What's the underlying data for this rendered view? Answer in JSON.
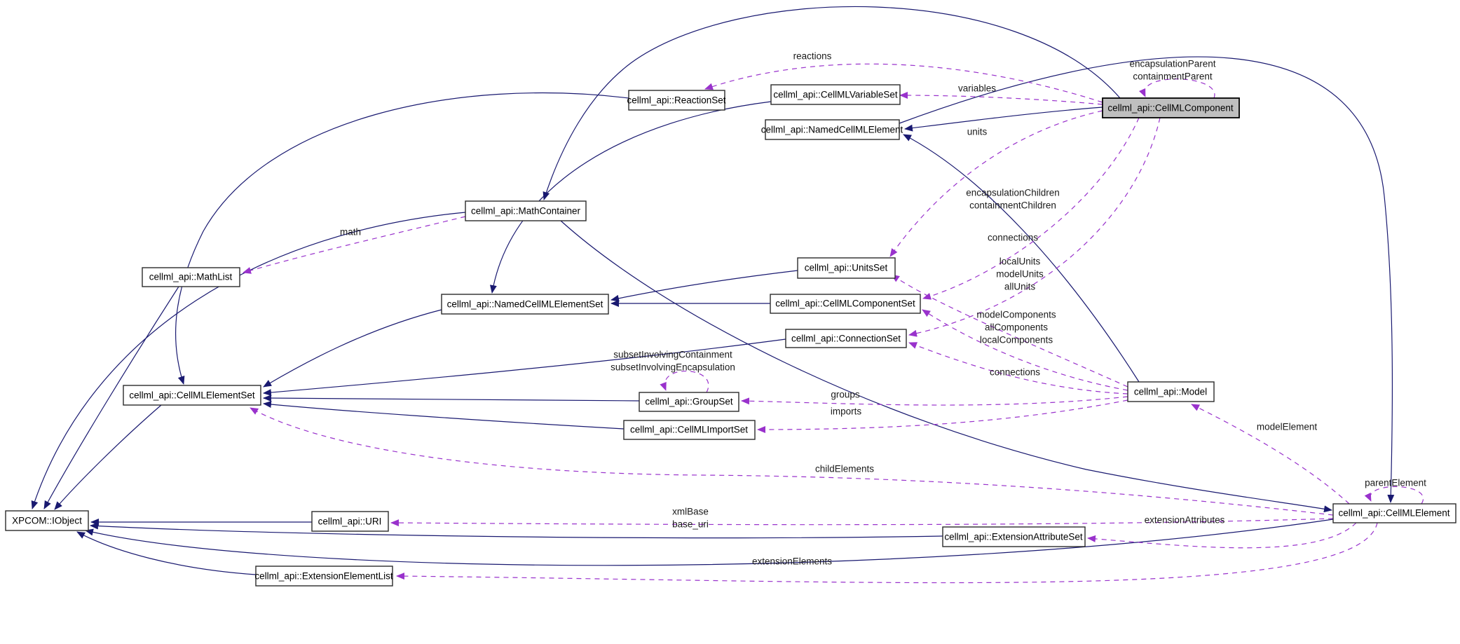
{
  "diagram": {
    "type": "uml-collaboration-graph",
    "highlighted_node": "cellml_api::CellMLComponent",
    "colors": {
      "background": "#ffffff",
      "inheritance_edge": "#191970",
      "usage_edge": "#9932CC",
      "node_fill": "#ffffff",
      "node_border": "#2b2b2b",
      "highlight_fill": "#bfbfbf",
      "label_text": "#1a1a1a"
    },
    "nodes": {
      "reaction_set": "cellml_api::ReactionSet",
      "variable_set": "cellml_api::CellMLVariableSet",
      "named_element": "cellml_api::NamedCellMLElement",
      "component": "cellml_api::CellMLComponent",
      "math_container": "cellml_api::MathContainer",
      "math_list": "cellml_api::MathList",
      "named_element_set": "cellml_api::NamedCellMLElementSet",
      "units_set": "cellml_api::UnitsSet",
      "component_set": "cellml_api::CellMLComponentSet",
      "connection_set": "cellml_api::ConnectionSet",
      "element_set": "cellml_api::CellMLElementSet",
      "group_set": "cellml_api::GroupSet",
      "import_set": "cellml_api::CellMLImportSet",
      "model": "cellml_api::Model",
      "iobject": "XPCOM::IObject",
      "uri": "cellml_api::URI",
      "element": "cellml_api::CellMLElement",
      "extension_attribute_set": "cellml_api::ExtensionAttributeSet",
      "extension_element_list": "cellml_api::ExtensionElementList"
    },
    "edge_labels": {
      "reactions": "reactions",
      "variables": "variables",
      "units": "units",
      "math": "math",
      "encapsulation_parent": [
        "encapsulationParent",
        "containmentParent"
      ],
      "encapsulation_children": [
        "encapsulationChildren",
        "containmentChildren"
      ],
      "connections_component": "connections",
      "local_units": [
        "localUnits",
        "modelUnits",
        "allUnits"
      ],
      "model_components": [
        "modelComponents",
        "allComponents",
        "localComponents"
      ],
      "connections_model": "connections",
      "subset_involving": [
        "subsetInvolvingContainment",
        "subsetInvolvingEncapsulation"
      ],
      "groups": "groups",
      "imports": "imports",
      "child_elements": "childElements",
      "xml_base": [
        "xmlBase",
        "base_uri"
      ],
      "model_element": "modelElement",
      "parent_element": "parentElement",
      "extension_attributes": "extensionAttributes",
      "extension_elements": "extensionElements"
    }
  }
}
